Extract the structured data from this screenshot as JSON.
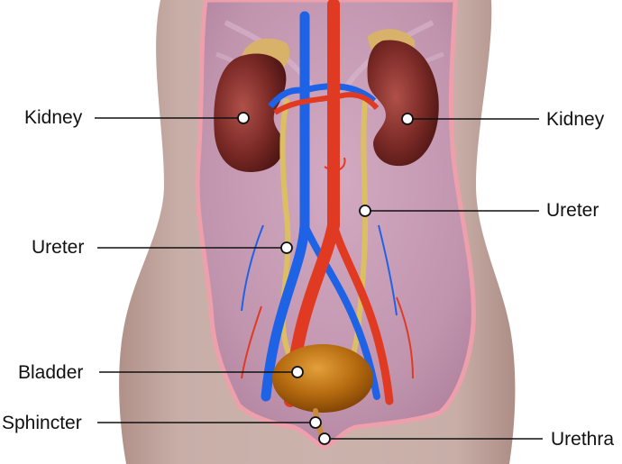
{
  "labels": {
    "kidney_left": "Kidney",
    "kidney_right": "Kidney",
    "ureter_right": "Ureter",
    "ureter_left": "Ureter",
    "bladder": "Bladder",
    "sphincter": "Sphincter",
    "urethra": "Urethra"
  },
  "colors": {
    "skin": "#c2a7a0",
    "cavity": "#c49ab3",
    "cavity_border": "#ee9fac",
    "kidney": "#7b2a26",
    "adrenal": "#d9b26a",
    "ureter": "#dbbf62",
    "artery": "#e03a22",
    "vein": "#1e63e6",
    "bladder": "#b56a0f",
    "leader_line": "#111111",
    "marker_fill": "#ffffff"
  }
}
